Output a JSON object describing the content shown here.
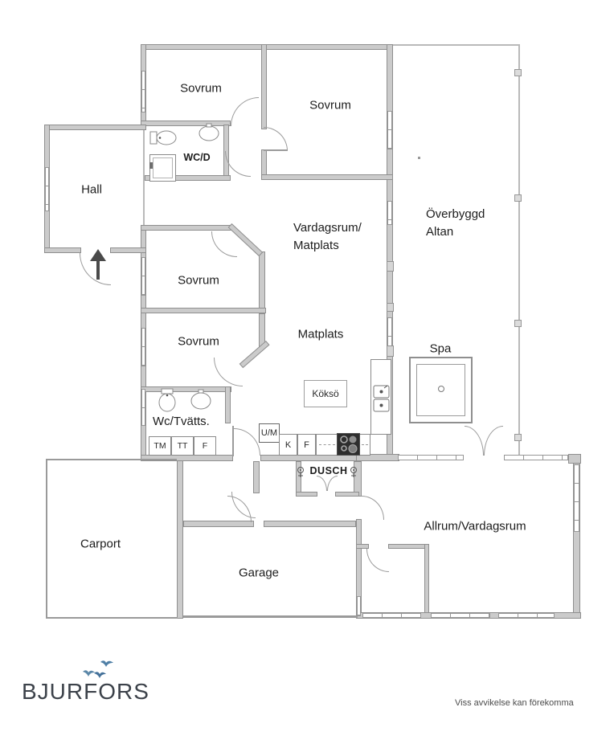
{
  "plan": {
    "rooms": {
      "bedroom1": "Sovrum",
      "bedroom2": "Sovrum",
      "bedroom3": "Sovrum",
      "bedroom4": "Sovrum",
      "wc_shower": "WC/D",
      "hall": "Hall",
      "living_dining_line1": "Vardagsrum/",
      "living_dining_line2": "Matplats",
      "covered_terrace_line1": "Överbyggd",
      "covered_terrace_line2": "Altan",
      "dining": "Matplats",
      "spa": "Spa",
      "kitchen_island": "Köksö",
      "wc_laundry": "Wc/Tvätts.",
      "shower_room": "DUSCH",
      "carport": "Carport",
      "garage": "Garage",
      "family_room": "Allrum/Vardagsrum"
    },
    "appliances": {
      "washing_machine": "TM",
      "tumble_dryer": "TT",
      "laundry_freezer": "F",
      "dishwasher": "U/M",
      "fridge": "K",
      "kitchen_freezer": "F"
    }
  },
  "footer": {
    "brand": "BJURFORS",
    "disclaimer": "Viss avvikelse kan förekomma"
  },
  "colors": {
    "wall_fill": "#cbcbcb",
    "wall_edge": "#8f8f8f",
    "thin_line": "#9a9a9a",
    "text": "#1c1c1c",
    "logo": "#3c424a",
    "bird_blue": "#5b87a8",
    "hob_dark": "#2e2e2e"
  }
}
